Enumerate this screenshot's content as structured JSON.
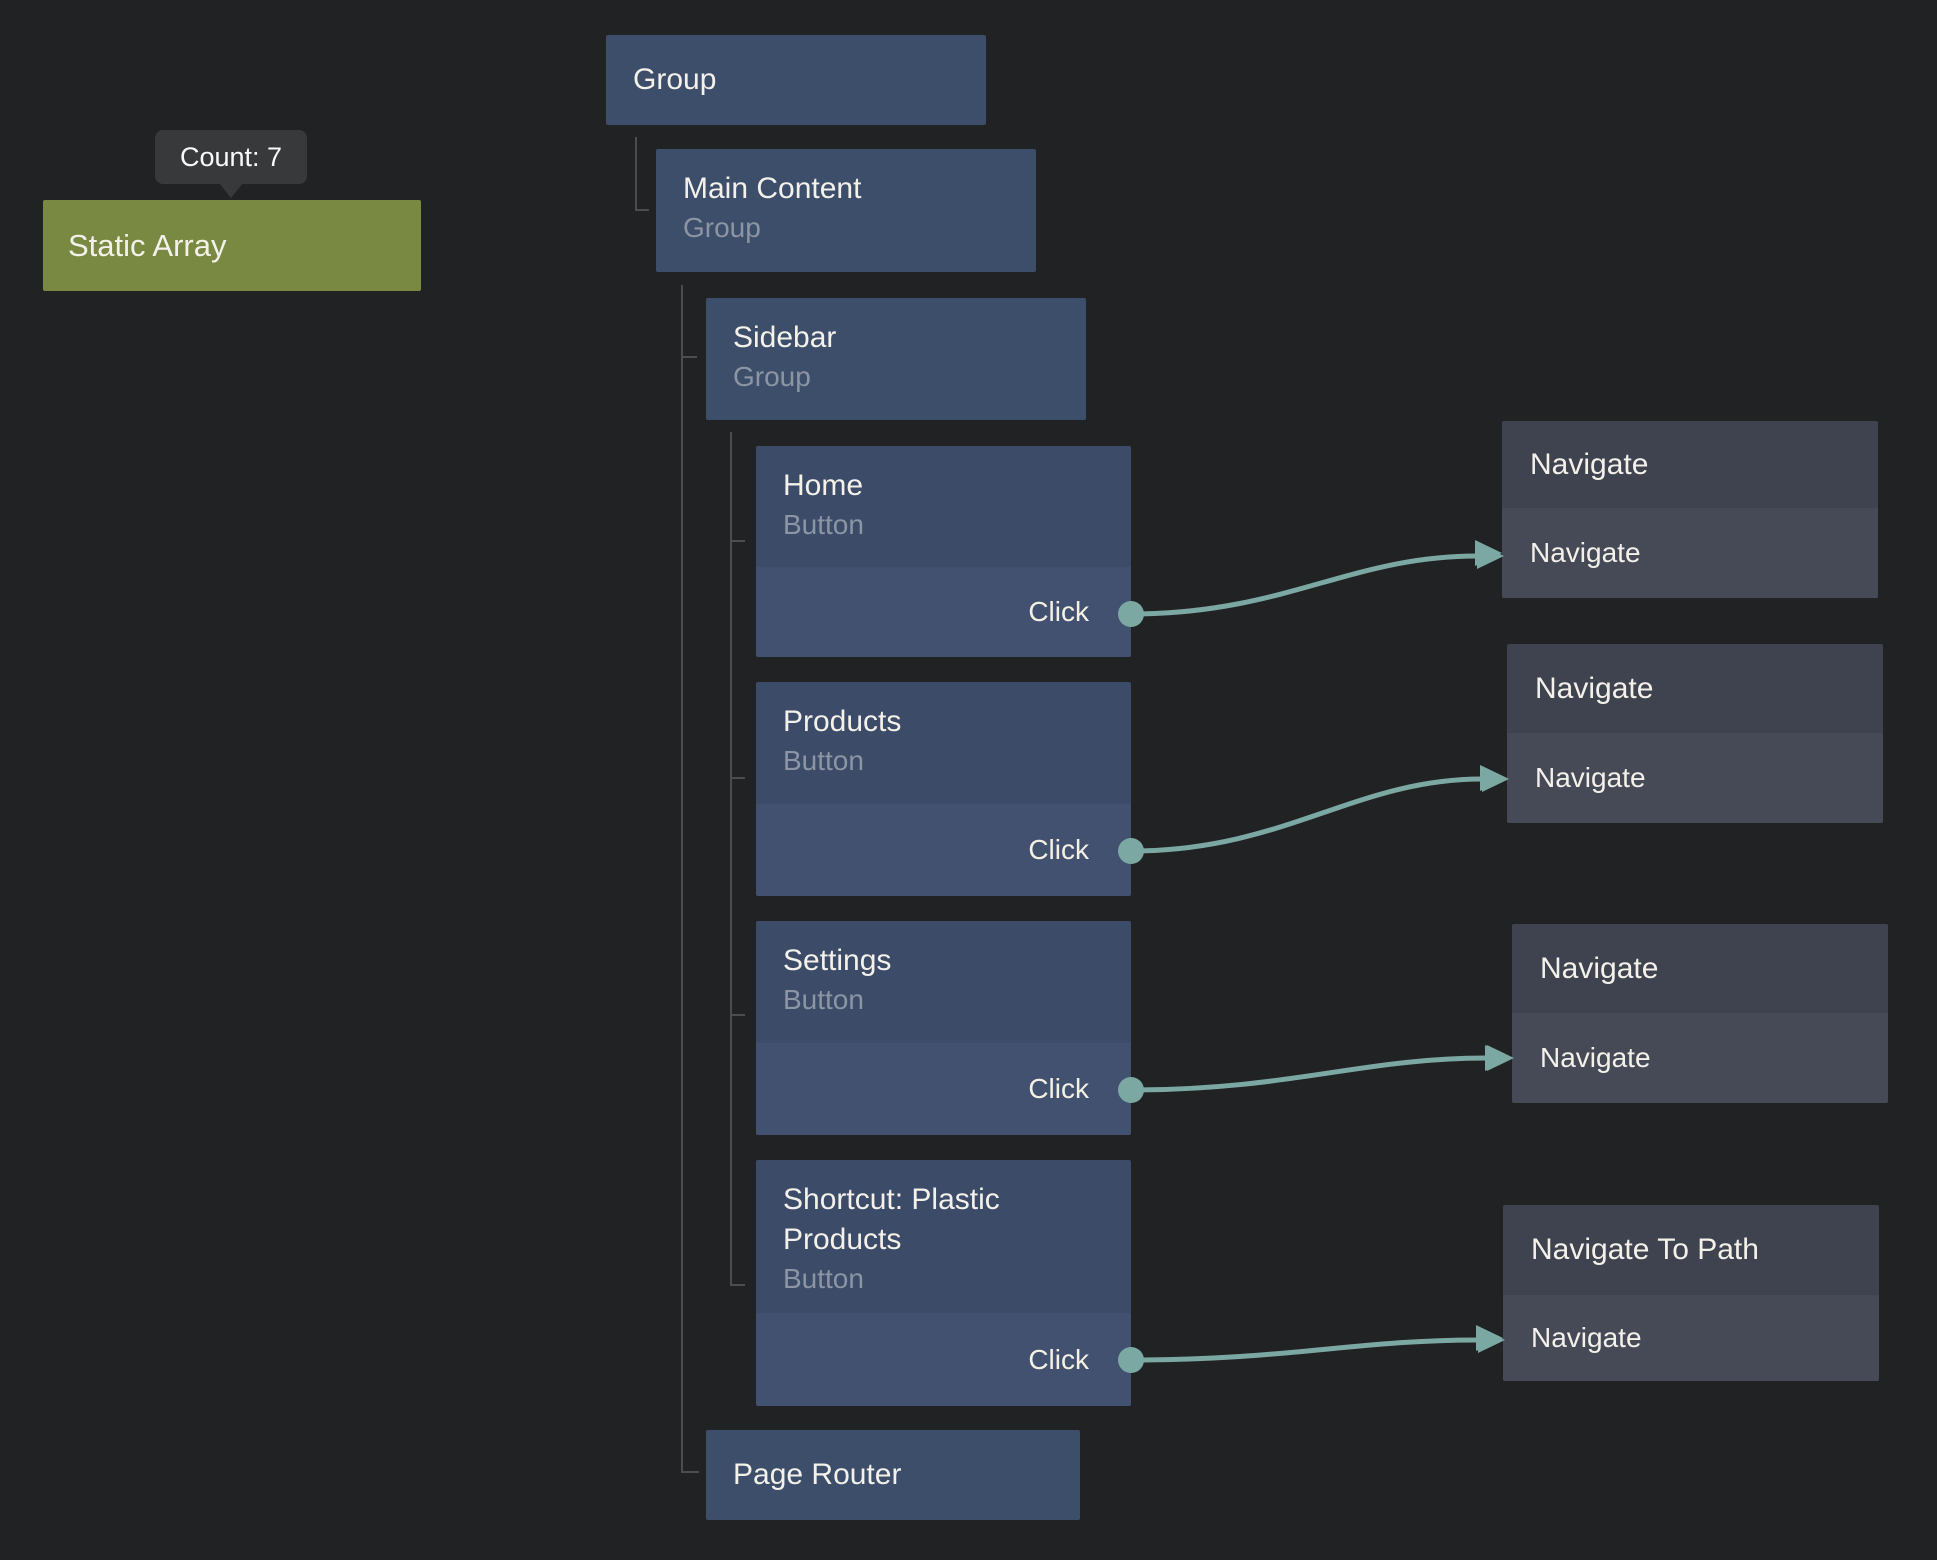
{
  "canvas": {
    "background": "#212223",
    "wire_color": "#7ba8a2",
    "node_blue": "#3d4e6b",
    "node_gray": "#3f434f",
    "node_green": "#7a8942",
    "rail_color": "#4b4d50"
  },
  "tooltip": {
    "label": "Count: 7"
  },
  "nodes": {
    "static_array": {
      "title": "Static Array"
    },
    "group": {
      "title": "Group"
    },
    "main_content": {
      "title": "Main Content",
      "subtitle": "Group"
    },
    "sidebar": {
      "title": "Sidebar",
      "subtitle": "Group"
    },
    "home": {
      "title": "Home",
      "subtitle": "Button",
      "output": "Click"
    },
    "products": {
      "title": "Products",
      "subtitle": "Button",
      "output": "Click"
    },
    "settings": {
      "title": "Settings",
      "subtitle": "Button",
      "output": "Click"
    },
    "shortcut": {
      "title": "Shortcut: Plastic Products",
      "subtitle": "Button",
      "output": "Click"
    },
    "page_router": {
      "title": "Page Router"
    },
    "navigate_1": {
      "title": "Navigate",
      "input": "Navigate"
    },
    "navigate_2": {
      "title": "Navigate",
      "input": "Navigate"
    },
    "navigate_3": {
      "title": "Navigate",
      "input": "Navigate"
    },
    "navigate_to_path": {
      "title": "Navigate To Path",
      "input": "Navigate"
    }
  }
}
